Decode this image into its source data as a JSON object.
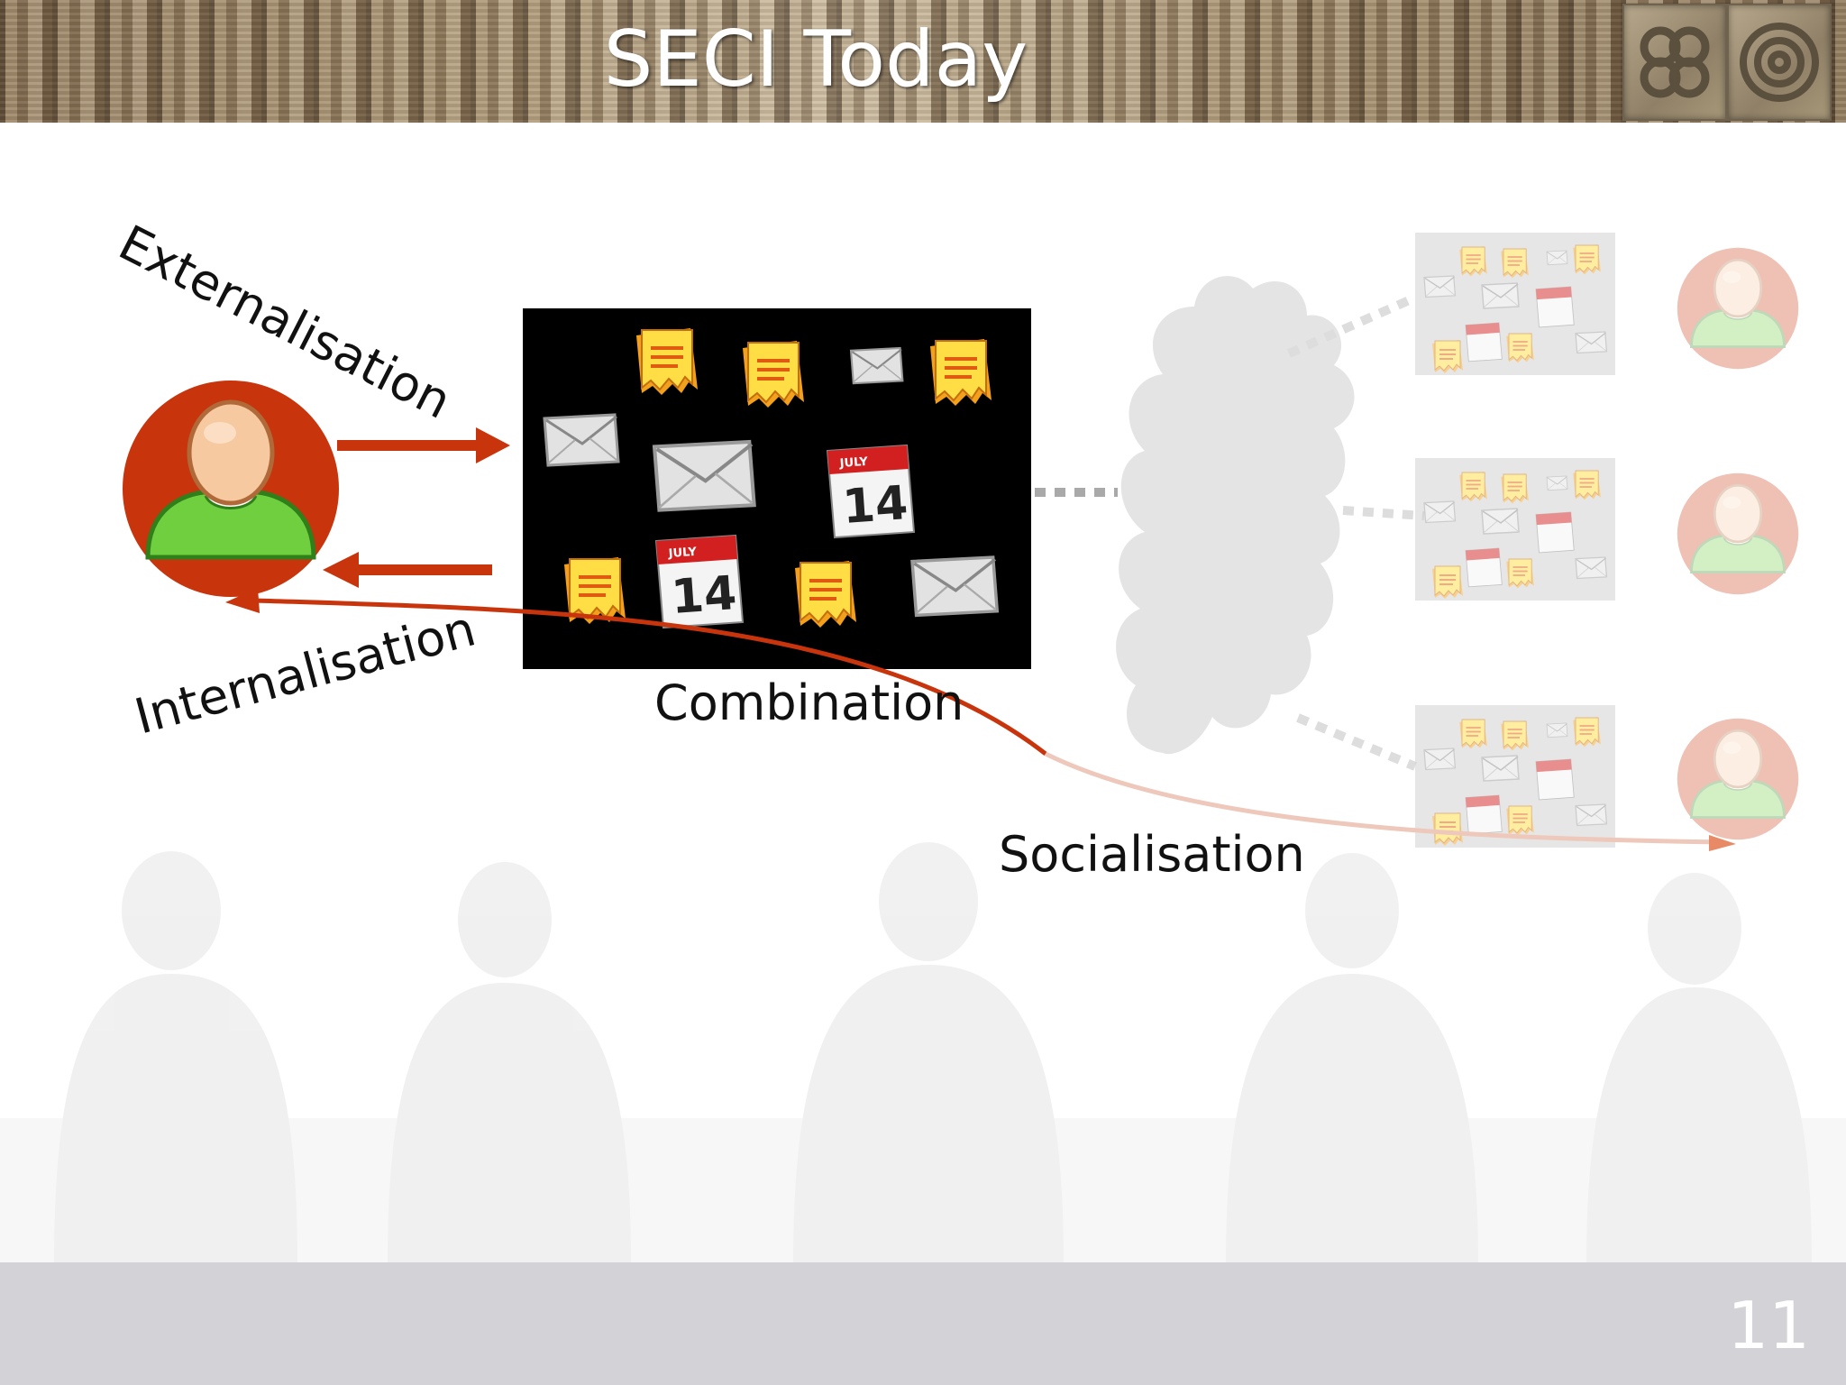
{
  "slide": {
    "title": "SECI Today",
    "page_number": "11"
  },
  "labels": {
    "externalisation": "Externalisation",
    "internalisation": "Internalisation",
    "combination": "Combination",
    "socialisation": "Socialisation"
  },
  "calendar": {
    "month": "JULY",
    "day": "14"
  },
  "icons": [
    "person-icon",
    "document-icon",
    "envelope-icon",
    "calendar-icon",
    "cloud-icon",
    "ornament-tile-icon"
  ],
  "colors": {
    "accent_red": "#c8340c",
    "person_shirt": "#6fcf3f",
    "header_brown": "#8d7658",
    "footer_gray": "#d3d2d6",
    "note_yellow": "#ffd23c"
  }
}
